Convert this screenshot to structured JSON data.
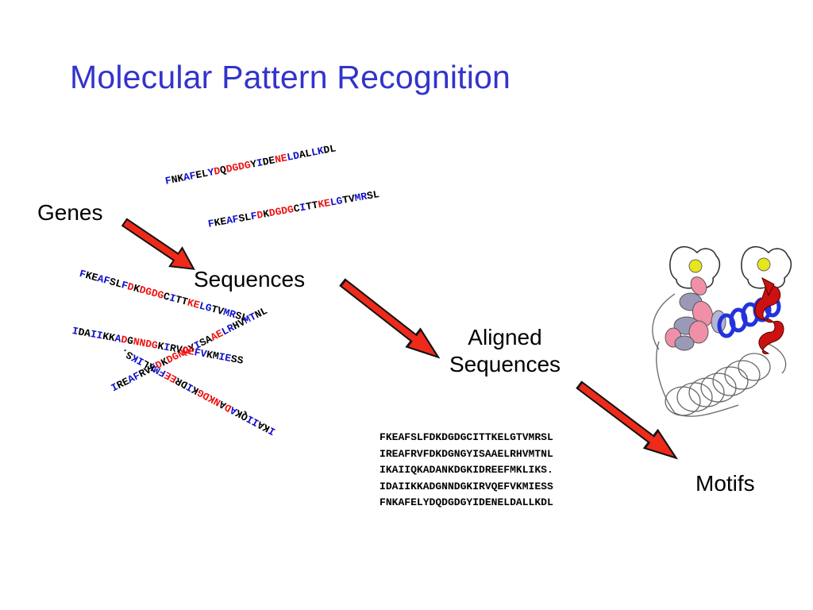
{
  "title": "Molecular Pattern Recognition",
  "labels": {
    "genes": "Genes",
    "sequences": "Sequences",
    "aligned_line1": "Aligned",
    "aligned_line2": "Sequences",
    "motifs": "Motifs"
  },
  "colors": {
    "title": "#3333cc",
    "blue_residue": "#1111cc",
    "red_residue": "#ee1111",
    "arrow_fill": "#ee2a1a",
    "helix_red": "#cc1111",
    "helix_blue": "#2233dd",
    "helix_pink": "#f090a8",
    "helix_gray": "#9a9ab8",
    "heme_yellow": "#e6e61a"
  },
  "scattered_sequences": [
    "FNKAFELYDQDGDGYIDENELDALLKDL",
    "FKEAFSLFDKDGDGCITTKELGTVMRSL",
    "FKEAFSLFDKDGDGCITTKELGTVMRSL",
    "IREAFRVFDKDGNGYISAAELRHVMTNL",
    "IKAIIQKADANKDGKIDREEFMKLIKS.",
    "IDAIIKKADGNNDGKIRVQEFVKMIESS"
  ],
  "aligned_sequences": [
    "FKEAFSLFDKDGDGCITTKELGTVMRSL",
    "IREAFRVFDKDGNGYISAAELRHVMTNL",
    "IKAIIQKADANKDGKIDREEFMKLIKS.",
    "IDAIIKKADGNNDGKIRVQEFVKMIESS",
    "FNKAFELYDQDGDGYIDENELDALLKDL"
  ]
}
